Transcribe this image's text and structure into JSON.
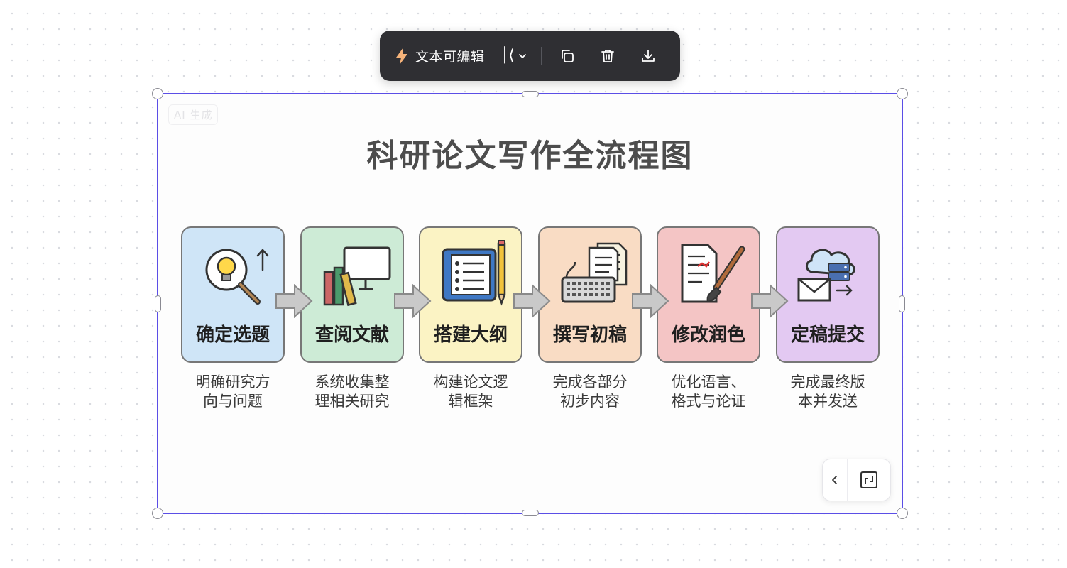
{
  "toolbar": {
    "editable_label": "文本可编辑",
    "split_glyph": "⏐⟨",
    "icons": [
      "bolt-icon",
      "split-icon",
      "chevron-down-icon",
      "copy-icon",
      "trash-icon",
      "download-icon"
    ]
  },
  "canvas": {
    "badge": "AI 生成",
    "title": "科研论文写作全流程图",
    "steps": [
      {
        "label": "确定选题",
        "desc_line1": "明确研究方",
        "desc_line2": "向与问题",
        "color": "#cfe5f7",
        "icon": "lightbulb-search-icon"
      },
      {
        "label": "查阅文献",
        "desc_line1": "系统收集整",
        "desc_line2": "理相关研究",
        "color": "#cdebd6",
        "icon": "books-monitor-icon"
      },
      {
        "label": "搭建大纲",
        "desc_line1": "构建论文逻",
        "desc_line2": "辑框架",
        "color": "#fbf3c4",
        "icon": "scroll-outline-icon"
      },
      {
        "label": "撰写初稿",
        "desc_line1": "完成各部分",
        "desc_line2": "初步内容",
        "color": "#f9dcc4",
        "icon": "keyboard-document-icon"
      },
      {
        "label": "修改润色",
        "desc_line1": "优化语言、",
        "desc_line2": "格式与论证",
        "color": "#f4c5c5",
        "icon": "document-brush-icon"
      },
      {
        "label": "定稿提交",
        "desc_line1": "完成最终版",
        "desc_line2": "本并发送",
        "color": "#e3c9f2",
        "icon": "cloud-mail-icon"
      }
    ]
  },
  "colors": {
    "selection": "#5b4ee6",
    "toolbar_bg": "#2f2f33",
    "accent_bolt": "#f6b37a"
  }
}
